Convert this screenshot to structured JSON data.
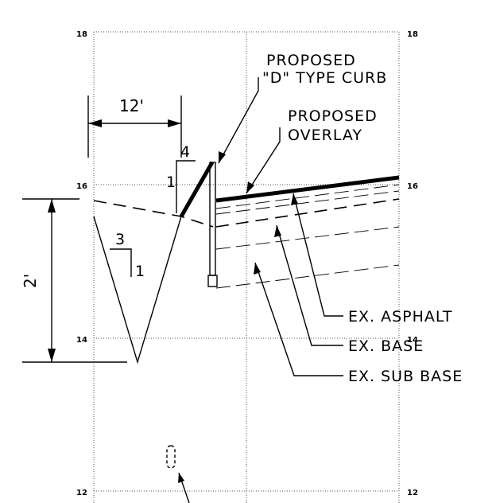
{
  "axis": {
    "left_ticks": [
      "18",
      "16",
      "14",
      "12"
    ],
    "right_ticks": [
      "18",
      "16",
      "14",
      "12"
    ]
  },
  "labels": {
    "proposed_curb_line1": "PROPOSED",
    "proposed_curb_line2": "\"D\" TYPE CURB",
    "proposed_overlay_line1": "PROPOSED",
    "proposed_overlay_line2": "OVERLAY",
    "ex_asphalt": "EX. ASPHALT",
    "ex_base": "EX. BASE",
    "ex_sub_base": "EX. SUB BASE"
  },
  "dimensions": {
    "width": "12'",
    "depth": "2'"
  },
  "slopes": {
    "curb_run": "4",
    "curb_rise": "1",
    "ditch_run": "3",
    "ditch_rise": "1"
  }
}
